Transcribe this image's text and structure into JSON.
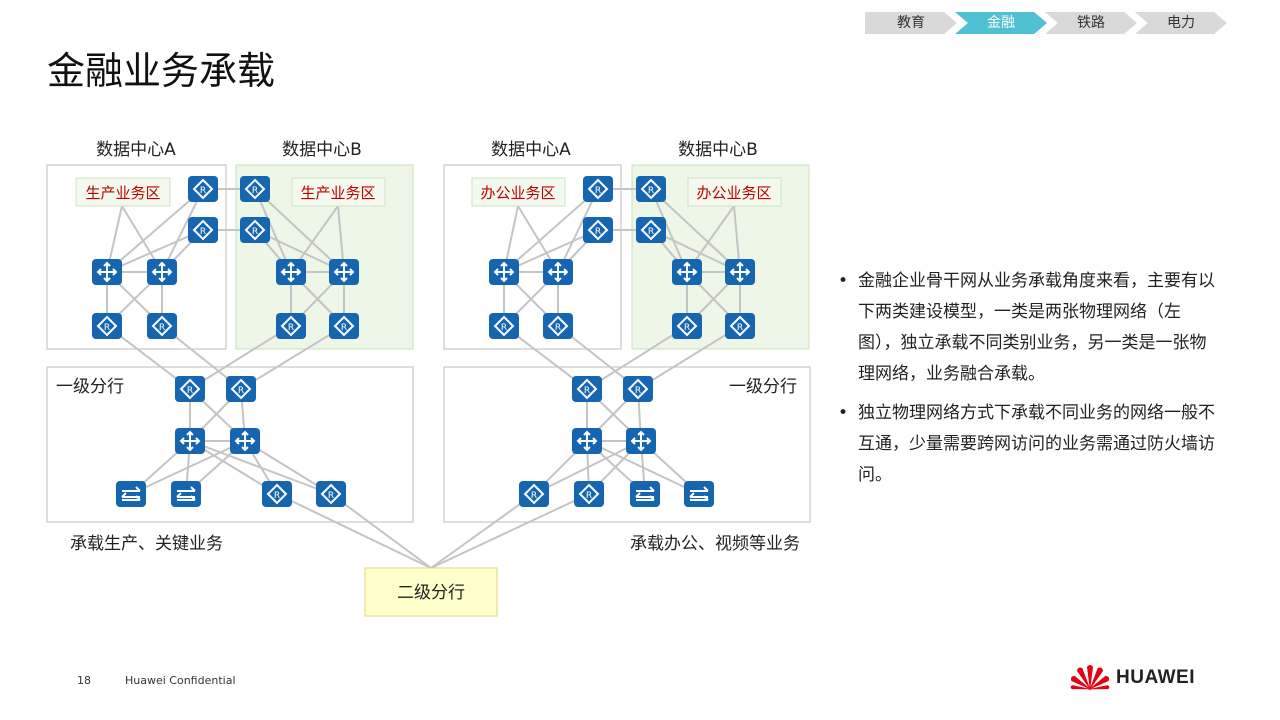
{
  "nav_tabs": [
    {
      "label": "教育",
      "active": false
    },
    {
      "label": "金融",
      "active": true
    },
    {
      "label": "铁路",
      "active": false
    },
    {
      "label": "电力",
      "active": false
    }
  ],
  "title": "金融业务承载",
  "diagram": {
    "left": {
      "dc_a": "数据中心A",
      "dc_b": "数据中心B",
      "zone_a": "生产业务区",
      "zone_b": "生产业务区",
      "branch": "一级分行",
      "caption": "承载生产、关键业务"
    },
    "right": {
      "dc_a": "数据中心A",
      "dc_b": "数据中心B",
      "zone_a": "办公业务区",
      "zone_b": "办公业务区",
      "branch": "一级分行",
      "caption": "承载办公、视频等业务"
    },
    "secondary_branch": "二级分行"
  },
  "bullets": [
    "金融企业骨干网从业务承载角度来看，主要有以下两类建设模型，一类是两张物理网络（左图），独立承载不同类别业务，另一类是一张物理网络，业务融合承载。",
    "独立物理网络方式下承载不同业务的网络一般不互通，少量需要跨网访问的业务需通过防火墙访问。"
  ],
  "footer": {
    "page_number": "18",
    "confidential": "Huawei Confidential",
    "logo_text": "HUAWEI"
  },
  "colors": {
    "accent": "#4fc1d3",
    "device": "#1565b0",
    "zone_text": "#c00000",
    "green_zone": "#eef6e8",
    "secondary_fill": "#ffffcc"
  }
}
